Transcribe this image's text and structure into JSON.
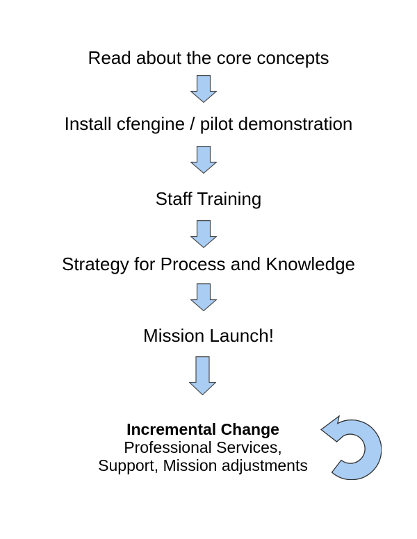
{
  "flow": {
    "steps": [
      {
        "label": "Read about the core concepts"
      },
      {
        "label": "Install cfengine / pilot demonstration"
      },
      {
        "label": "Staff Training"
      },
      {
        "label": "Strategy for Process and Knowledge"
      },
      {
        "label": "Mission Launch!"
      }
    ],
    "final": {
      "title": "Incremental Change",
      "subtitle_line1": "Professional Services,",
      "subtitle_line2": "Support, Mission adjustments"
    }
  },
  "icons": {
    "down_arrow": "down-arrow",
    "loop_arrow": "circular-loop-arrow"
  },
  "colors": {
    "arrow_fill": "#a9cdf3",
    "arrow_stroke": "#4a4a4a",
    "text": "#000000",
    "background": "#ffffff"
  }
}
